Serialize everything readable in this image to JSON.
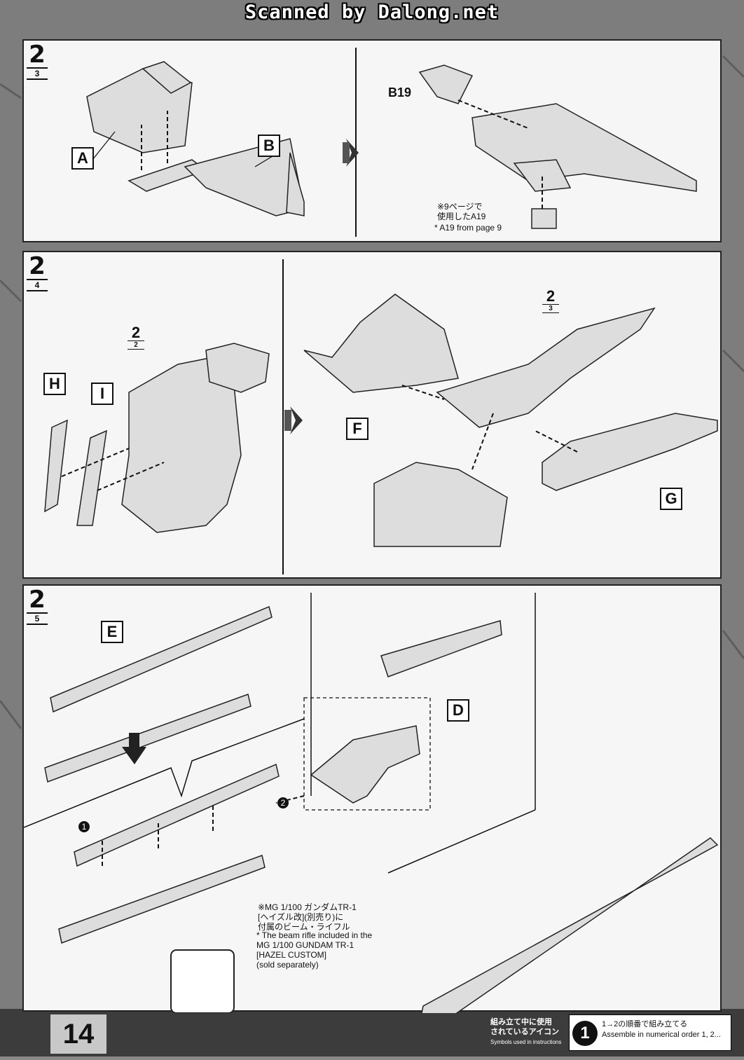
{
  "header": {
    "scan_credit": "Scanned by Dalong.net"
  },
  "step1": {
    "step_number": "2",
    "sub_step": "3",
    "labels": {
      "a": "A",
      "b": "B"
    },
    "part_code": "B19",
    "note_jp": "※9ページで\n使用したA19",
    "note_en": "* A19 from page 9"
  },
  "step2": {
    "step_number": "2",
    "sub_step": "4",
    "ref_a": {
      "n": "2",
      "s": "2"
    },
    "ref_b": {
      "n": "2",
      "s": "3"
    },
    "labels": {
      "h": "H",
      "i": "I",
      "f": "F",
      "g": "G"
    }
  },
  "step3": {
    "step_number": "2",
    "sub_step": "5",
    "labels": {
      "e": "E",
      "d": "D"
    },
    "order_1": "1",
    "order_2": "2",
    "note_jp": "※MG 1/100 ガンダムTR-1\n[ヘイズル改](別売り)に\n付属のビーム・ライフル",
    "note_en": "* The beam rifle included in the\nMG 1/100 GUNDAM TR-1\n[HAZEL CUSTOM]\n(sold separately)"
  },
  "footer": {
    "page_number": "14",
    "legend_jp": "組み立て中に使用\nされているアイコン",
    "legend_en": "Symbols used in instructions",
    "icon_label": "1",
    "icon_desc_jp": "1→2の順番で組み立てる",
    "icon_desc_en": "Assemble in numerical order 1, 2..."
  }
}
